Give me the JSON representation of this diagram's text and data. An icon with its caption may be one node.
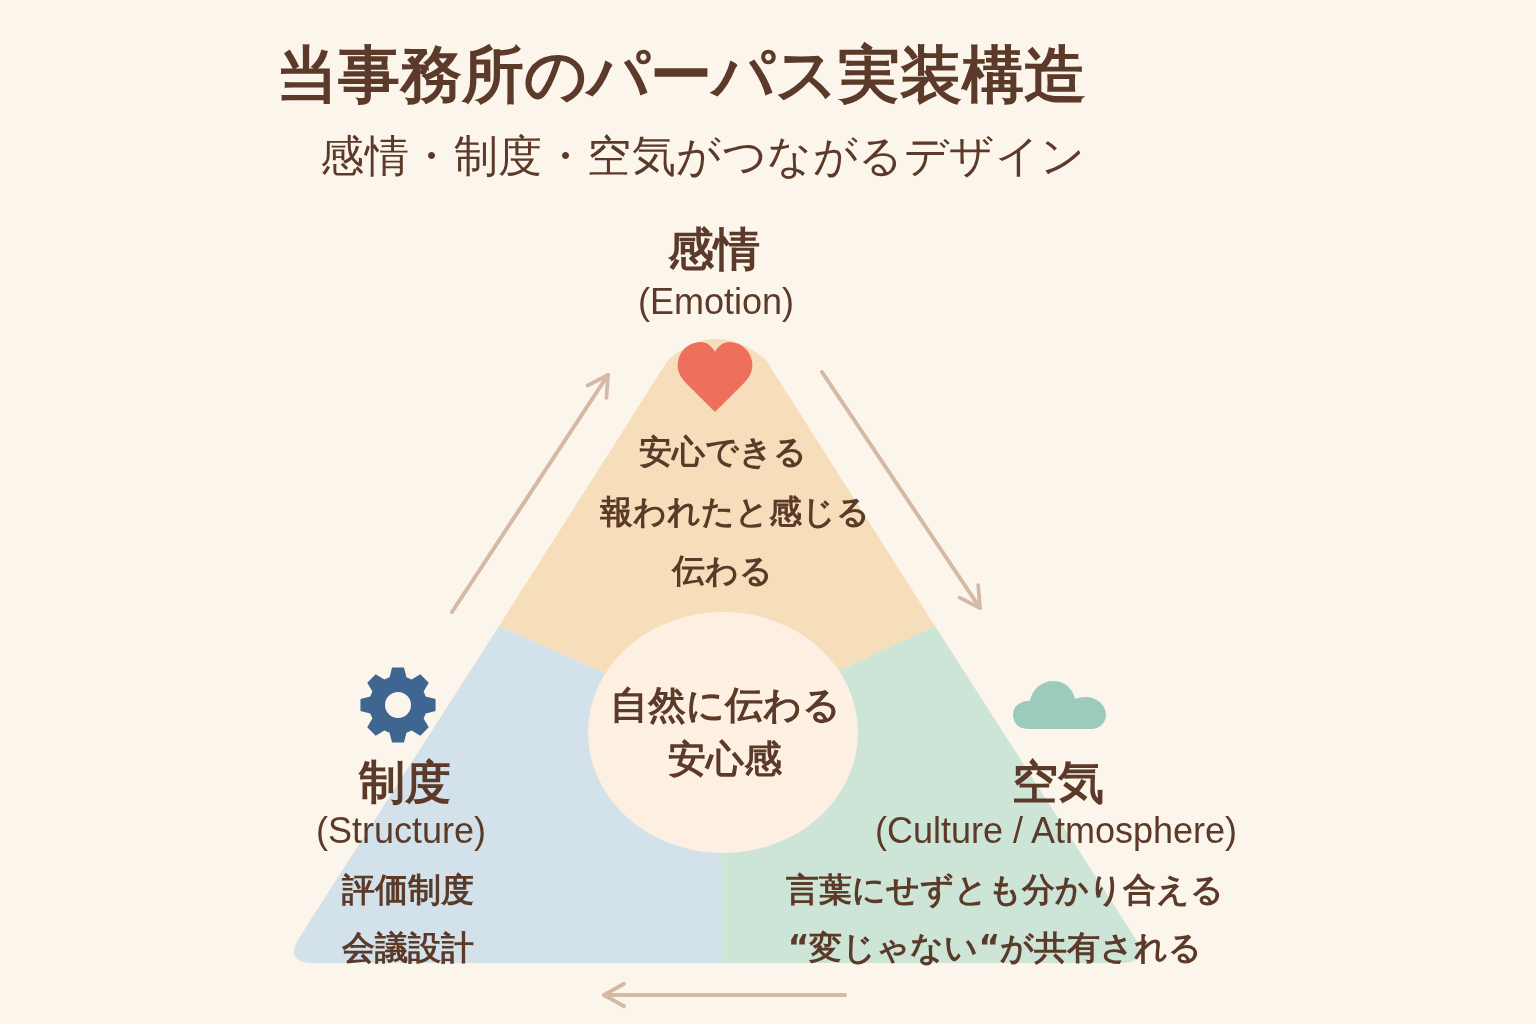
{
  "diagram": {
    "title": "当事務所のパーパス実装構造",
    "nodes": [
      {
        "text": [
          "感情",
          "(Emotion)",
          "安心できる",
          "報われたと感じる",
          "伝わる"
        ]
      },
      {
        "text": [
          "制度",
          "(Structure)",
          "評価制度",
          "会議設計"
        ]
      },
      {
        "text": [
          "自然に伝わる安心感"
        ]
      },
      {
        "text": [
          "空気",
          "(Culture / Atmosphere)",
          "言葉にせずとも分かり合える",
          "“変じゃない“が共有される"
        ]
      }
    ],
    "edges": [
      {
        "from": 1,
        "to": 0,
        "arrow": "to"
      },
      {
        "from": 0,
        "to": 3,
        "arrow": "to"
      },
      {
        "from": 3,
        "to": 1,
        "arrow": "to"
      }
    ],
    "labels": [
      "感情・制度・空気がつながるデザイン"
    ]
  }
}
